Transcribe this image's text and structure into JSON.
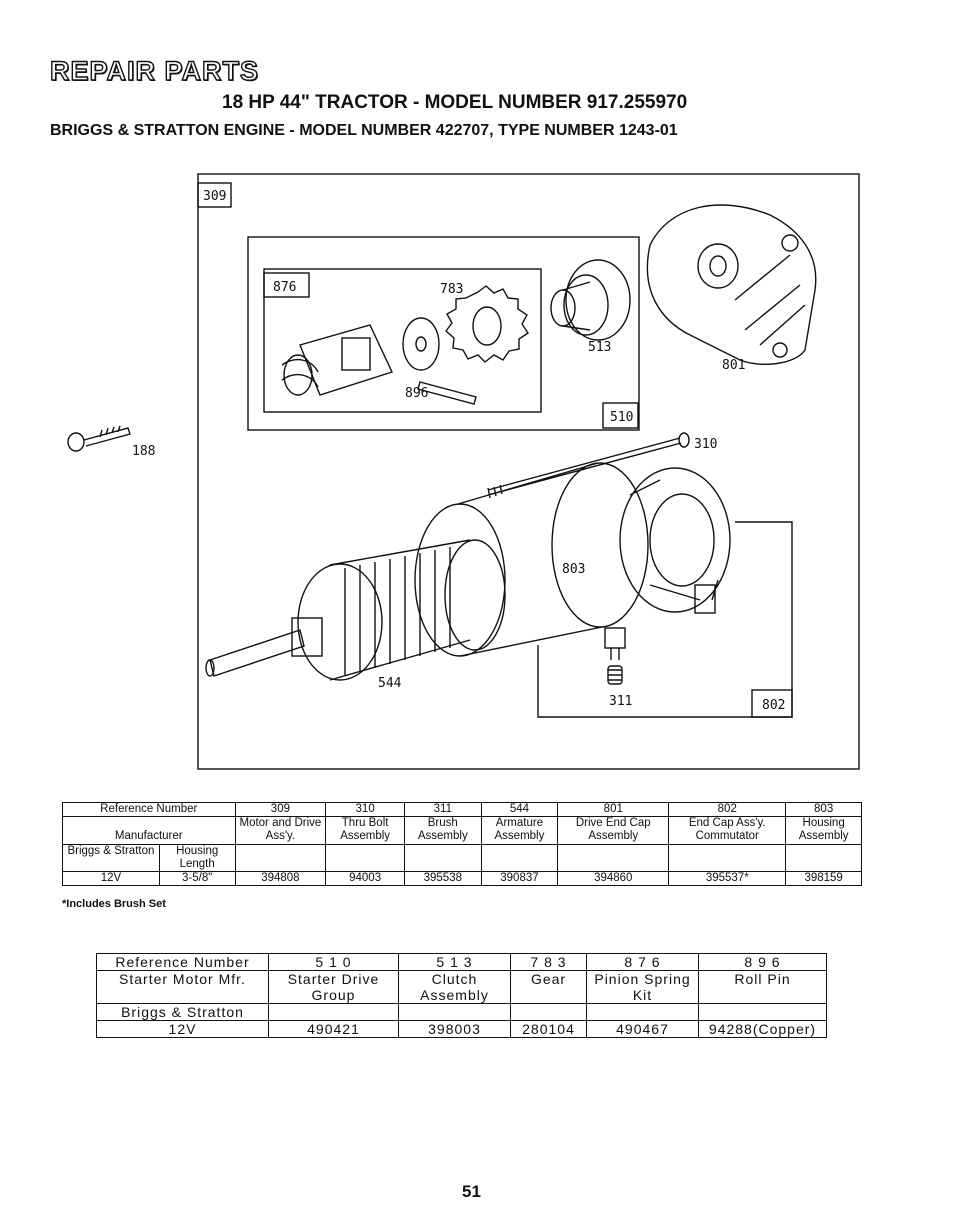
{
  "header": {
    "section_title": "REPAIR PARTS",
    "model_line": "18 HP 44\" TRACTOR - MODEL NUMBER 917.255970",
    "engine_line": "BRIGGS & STRATTON ENGINE - MODEL NUMBER 422707, TYPE NUMBER 1243-01"
  },
  "diagram": {
    "callouts": {
      "c309": "309",
      "c876": "876",
      "c783": "783",
      "c513": "513",
      "c801": "801",
      "c896": "896",
      "c510": "510",
      "c188": "188",
      "c310": "310",
      "c803": "803",
      "c544": "544",
      "c311": "311",
      "c802": "802"
    }
  },
  "table1": {
    "ref_label": "Reference Number",
    "manufacturer_label": "Manufacturer",
    "briggs_label": "Briggs & Stratton",
    "housing_label": "Housing Length",
    "voltage": "12V",
    "housing_length": "3-5/8\"",
    "columns": [
      {
        "ref": "309",
        "desc": "Motor and Drive Ass'y.",
        "part": "394808"
      },
      {
        "ref": "310",
        "desc": "Thru Bolt Assembly",
        "part": "94003"
      },
      {
        "ref": "311",
        "desc": "Brush Assembly",
        "part": "395538"
      },
      {
        "ref": "544",
        "desc": "Armature Assembly",
        "part": "390837"
      },
      {
        "ref": "801",
        "desc": "Drive End Cap Assembly",
        "part": "394860"
      },
      {
        "ref": "802",
        "desc": "End Cap Ass'y. Commutator",
        "part": "395537*"
      },
      {
        "ref": "803",
        "desc": "Housing Assembly",
        "part": "398159"
      }
    ],
    "footnote": "*Includes Brush Set"
  },
  "table2": {
    "ref_label": "Reference Number",
    "starter_label": "Starter Motor Mfr.",
    "briggs_label": "Briggs & Stratton",
    "voltage": "12V",
    "columns": [
      {
        "ref": "5 1 0",
        "desc": "Starter Drive Group",
        "part": "490421"
      },
      {
        "ref": "5 1 3",
        "desc": "Clutch Assembly",
        "part": "398003"
      },
      {
        "ref": "7 8 3",
        "desc": "Gear",
        "part": "280104"
      },
      {
        "ref": "8 7 6",
        "desc": "Pinion Spring Kit",
        "part": "490467"
      },
      {
        "ref": "8 9 6",
        "desc": "Roll Pin",
        "part": "94288(Copper)"
      }
    ]
  },
  "page_number": "51"
}
